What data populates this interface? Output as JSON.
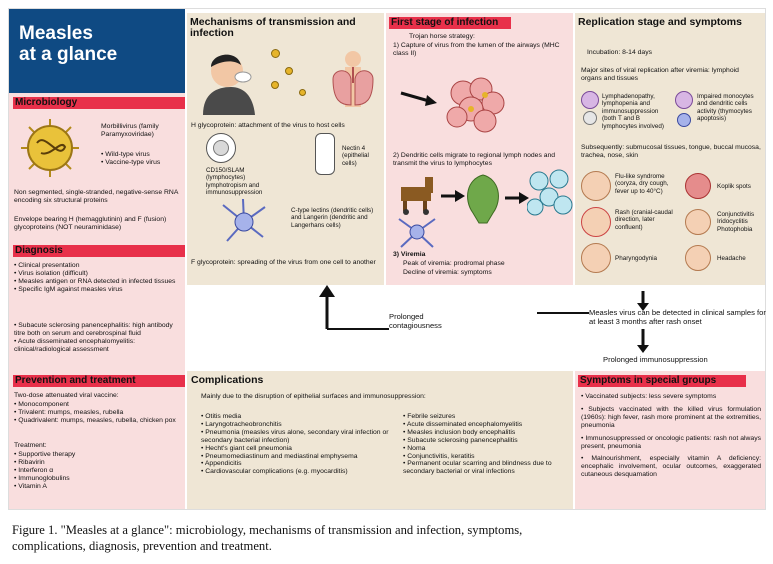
{
  "title": {
    "line1": "Measles",
    "line2": "at a glance"
  },
  "microbiology": {
    "heading": "Microbiology",
    "virus_name": "Morbillivirus    (family Paramyxoviridae)",
    "virus_types": [
      "• Wild-type virus",
      "• Vaccine-type virus"
    ],
    "description": "Non segmented, single-stranded, negative-sense RNA encoding six structural proteins",
    "envelope": "Envelope bearing H (hemagglutinin) and F (fusion) glycoproteins (NOT neuraminidase)"
  },
  "diagnosis": {
    "heading": "Diagnosis",
    "items": [
      "• Clinical presentation",
      "• Virus isolation (difficult)",
      "• Measles antigen or RNA detected in infected tissues",
      "• Specific IgM against measles virus"
    ],
    "items2": [
      "• Subacute sclerosing panencephalitis: high antibody titre both on serum and cerebrospinal fluid",
      "• Acute disseminated encephalomyelitis: clinical/radiological assessment"
    ]
  },
  "prevention": {
    "heading": "Prevention and treatment",
    "vaccine_intro": "Two-dose attenuated viral vaccine:",
    "vaccines": [
      "• Monocomponent",
      "• Trivalent: mumps, measles, rubella",
      "• Quadrivalent: mumps, measles, rubella, chicken pox"
    ],
    "treatment_label": "Treatment:",
    "treatments": [
      "• Supportive therapy",
      "• Ribavirin",
      "• Interferon α",
      "• Immunoglobulins",
      "• Vitamin A"
    ]
  },
  "mechanisms": {
    "heading": "Mechanisms of transmission and infection",
    "h_glyco": "H glycoprotein: attachment of the virus to host cells",
    "cd150": "CD150/SLAM (lymphocytes) lymphotropism and immunosuppression",
    "nectin": "Nectin 4 (epithelial cells)",
    "ctype": "C-type lectins (dendritic cells) and Langerin (dendritic and Langerhans cells)",
    "f_glyco": "F glycoprotein: spreading of the virus from one cell to another"
  },
  "first_stage": {
    "heading": "First stage of infection",
    "strategy": "Trojan horse strategy:",
    "step1": "1) Capture of virus from the lumen of the airways (MHC class II)",
    "step2": "2) Dendritic cells migrate to regional lymph nodes and transmit the virus to lymphocytes",
    "step3": "3) Viremia",
    "step3a": "Peak of viremia: prodromal phase",
    "step3b": "Decline of viremia: symptoms"
  },
  "replication": {
    "heading": "Replication stage and symptoms",
    "incubation": "Incubation: 8-14 days",
    "major_sites": "Major sites of viral replication after viremia: lymphoid organs and tissues",
    "lymph": "Lymphadenopathy, lymphopenia and immunosuppression (both T and B lymphocytes involved)",
    "monocytes": "Impaired monocytes and dendritic cells activity (thymocytes apoptosis)",
    "subsequently": "Subsequently: submucosal tissues, tongue, buccal mucosa, trachea, nose, skin",
    "flu": "Flu-like syndrome (coryza, dry cough, fever up to 40°C)",
    "koplik": "Koplik spots",
    "rash": "Rash (cranial-caudal direction, later confluent)",
    "conj": "Conjunctivitis Iridocyclitis Photophobia",
    "pharyng": "Pharyngodynia",
    "headache": "Headache"
  },
  "flow": {
    "prolonged_contagiousness": "Prolonged contagiousness",
    "detected": "Measles virus can be detected in clinical samples for at least 3 months after rash onset",
    "immunosuppression": "Prolonged immunosuppression"
  },
  "complications": {
    "heading": "Complications",
    "intro": "Mainly due to the disruption of epithelial surfaces and immunosuppression:",
    "left": [
      "• Otitis media",
      "• Laryngotracheobronchitis",
      "• Pneumonia (measles virus alone, secondary viral infection or secondary bacterial infection)",
      "• Hecht's giant cell pneumonia",
      "• Pneumomediastinum and mediastinal emphysema",
      "• Appendicitis",
      "• Cardiovascular complications (e.g. myocarditis)"
    ],
    "right": [
      "• Febrile seizures",
      "• Acute disseminated encephalomyelitis",
      "• Measles inclusion body encephalitis",
      "• Subacute sclerosing panencephalitis",
      "• Noma",
      "• Conjunctivitis, keratitis",
      "• Permanent ocular scarring and blindness due to secondary bacterial or viral infections"
    ]
  },
  "special_groups": {
    "heading": "Symptoms in special groups",
    "items": [
      "• Vaccinated subjects: less severe symptoms",
      "• Subjects vaccinated with the killed virus formulation (1960s): high fever, rash more prominent at the extremities, pneumonia",
      "• Immunosuppressed or oncologic patients: rash not always present, pneumonia",
      "• Malnourishment, especially vitamin A deficiency: encephalic involvement, ocular outcomes, exaggerated cutaneous desquamation"
    ]
  },
  "caption": {
    "line1": "Figure 1. \"Measles at a glance\": microbiology, mechanisms of transmission and infection, symptoms,",
    "line2": "complications, diagnosis, prevention and treatment."
  },
  "colors": {
    "blue": "#0f4a83",
    "pink_bar": "#e8304a",
    "tan": "#efe6d5",
    "pink_bg": "#f9dede"
  }
}
